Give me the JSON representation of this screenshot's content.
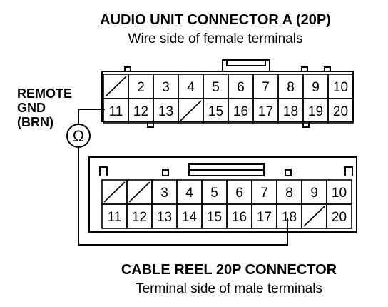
{
  "connector_a": {
    "title": "AUDIO UNIT CONNECTOR A (20P)",
    "subtitle": "Wire side of female terminals",
    "top_row": [
      "",
      "2",
      "3",
      "4",
      "5",
      "6",
      "7",
      "8",
      "9",
      "10"
    ],
    "bottom_row": [
      "11",
      "12",
      "13",
      "",
      "15",
      "16",
      "17",
      "18",
      "19",
      "20"
    ],
    "unused_pins": [
      "1",
      "14"
    ]
  },
  "cable_reel": {
    "title": "CABLE REEL 20P CONNECTOR",
    "subtitle": "Terminal side of male terminals",
    "top_row": [
      "",
      "",
      "3",
      "4",
      "5",
      "6",
      "7",
      "8",
      "9",
      "10"
    ],
    "bottom_row": [
      "11",
      "12",
      "13",
      "14",
      "15",
      "16",
      "17",
      "18",
      "",
      "20"
    ],
    "unused_pins": [
      "1",
      "2",
      "19"
    ]
  },
  "wire_label": {
    "line1": "REMOTE",
    "line2": "GND",
    "line3": "(BRN)"
  },
  "meter": {
    "symbol": "Ω"
  },
  "colors": {
    "ink": "#000000",
    "background": "#ffffff"
  }
}
